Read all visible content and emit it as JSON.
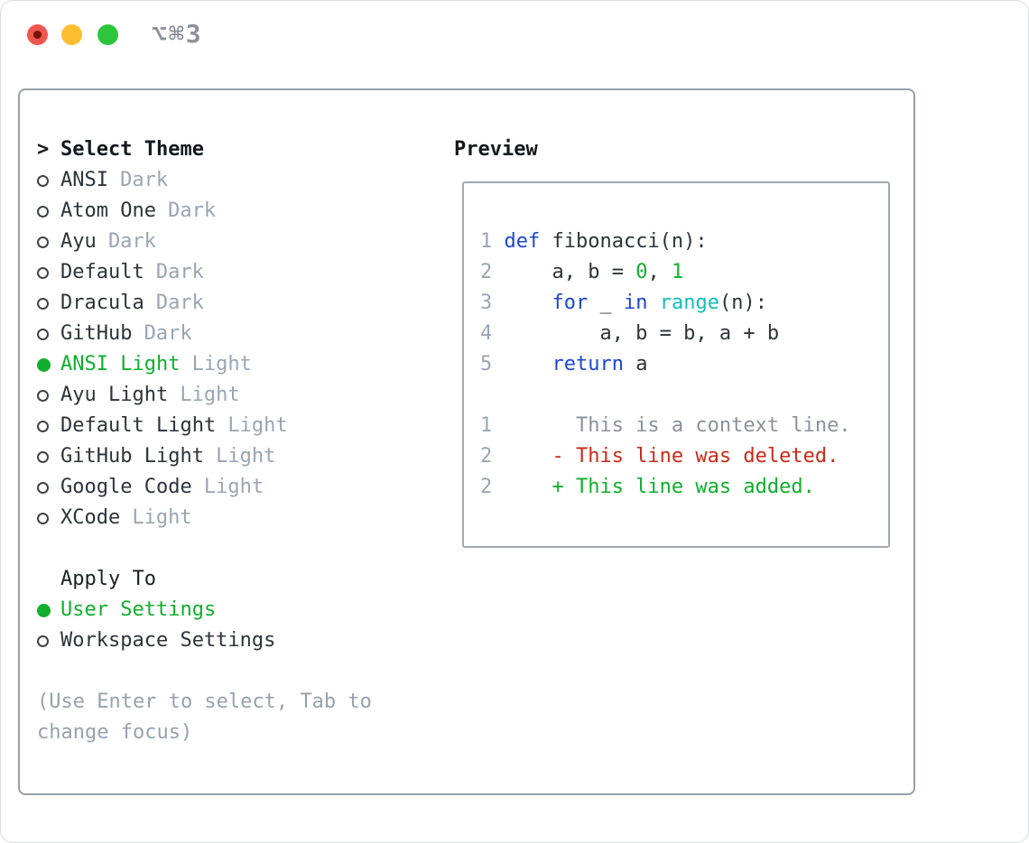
{
  "window": {
    "shortcut_label": "⌥⌘3"
  },
  "theme_selector": {
    "prompt": ">",
    "title": "Select Theme",
    "options": [
      {
        "name": "ANSI",
        "tag": "Dark",
        "selected": false
      },
      {
        "name": "Atom One",
        "tag": "Dark",
        "selected": false
      },
      {
        "name": "Ayu",
        "tag": "Dark",
        "selected": false
      },
      {
        "name": "Default",
        "tag": "Dark",
        "selected": false
      },
      {
        "name": "Dracula",
        "tag": "Dark",
        "selected": false
      },
      {
        "name": "GitHub",
        "tag": "Dark",
        "selected": false
      },
      {
        "name": "ANSI Light",
        "tag": "Light",
        "selected": true
      },
      {
        "name": "Ayu Light",
        "tag": "Light",
        "selected": false
      },
      {
        "name": "Default Light",
        "tag": "Light",
        "selected": false
      },
      {
        "name": "GitHub Light",
        "tag": "Light",
        "selected": false
      },
      {
        "name": "Google Code",
        "tag": "Light",
        "selected": false
      },
      {
        "name": "XCode",
        "tag": "Light",
        "selected": false
      }
    ]
  },
  "apply_to": {
    "title": "Apply To",
    "options": [
      {
        "name": "User Settings",
        "selected": true
      },
      {
        "name": "Workspace Settings",
        "selected": false
      }
    ]
  },
  "hint": "(Use Enter to select, Tab to change focus)",
  "preview": {
    "title": "Preview",
    "code_lines": [
      {
        "num": "1",
        "segments": [
          {
            "text": "def",
            "style": "kw"
          },
          {
            "text": " fibonacci(n):",
            "style": "plain"
          }
        ]
      },
      {
        "num": "2",
        "segments": [
          {
            "text": "    a, b = ",
            "style": "plain"
          },
          {
            "text": "0",
            "style": "num"
          },
          {
            "text": ", ",
            "style": "plain"
          },
          {
            "text": "1",
            "style": "num"
          }
        ]
      },
      {
        "num": "3",
        "segments": [
          {
            "text": "    ",
            "style": "plain"
          },
          {
            "text": "for",
            "style": "kw"
          },
          {
            "text": " _ ",
            "style": "plain"
          },
          {
            "text": "in",
            "style": "kw"
          },
          {
            "text": " ",
            "style": "plain"
          },
          {
            "text": "range",
            "style": "fn"
          },
          {
            "text": "(n):",
            "style": "plain"
          }
        ]
      },
      {
        "num": "4",
        "segments": [
          {
            "text": "        a, b = b, a + b",
            "style": "plain"
          }
        ]
      },
      {
        "num": "5",
        "segments": [
          {
            "text": "    ",
            "style": "plain"
          },
          {
            "text": "return",
            "style": "kw"
          },
          {
            "text": " a",
            "style": "plain"
          }
        ]
      },
      {
        "num": "",
        "segments": []
      },
      {
        "num": "1",
        "segments": [
          {
            "text": "      This is a context line.",
            "style": "ctx"
          }
        ]
      },
      {
        "num": "2",
        "segments": [
          {
            "text": "    - This line was deleted.",
            "style": "del"
          }
        ]
      },
      {
        "num": "2",
        "segments": [
          {
            "text": "    + This line was added.",
            "style": "add"
          }
        ]
      }
    ]
  },
  "colors": {
    "selected_green": "#10af2d",
    "added_green": "#10af2d",
    "deleted_red": "#cb2a17",
    "keyword_blue": "#1c46d2",
    "builtin_cyan": "#12bebe",
    "number_green": "#10af2d",
    "tag_gray": "#9aa5b2",
    "line_number_gray": "#9aa5b2",
    "context_gray": "#8b919b",
    "hint_gray": "#98a1ad",
    "text_dark": "#2e333a",
    "panel_border": "#98a0ab",
    "preview_border": "#a2a8b1",
    "traffic_close": "#ee564e",
    "traffic_close_dot": "#7a1209",
    "traffic_minimize": "#fcbd30",
    "traffic_zoom": "#2dc53c"
  }
}
